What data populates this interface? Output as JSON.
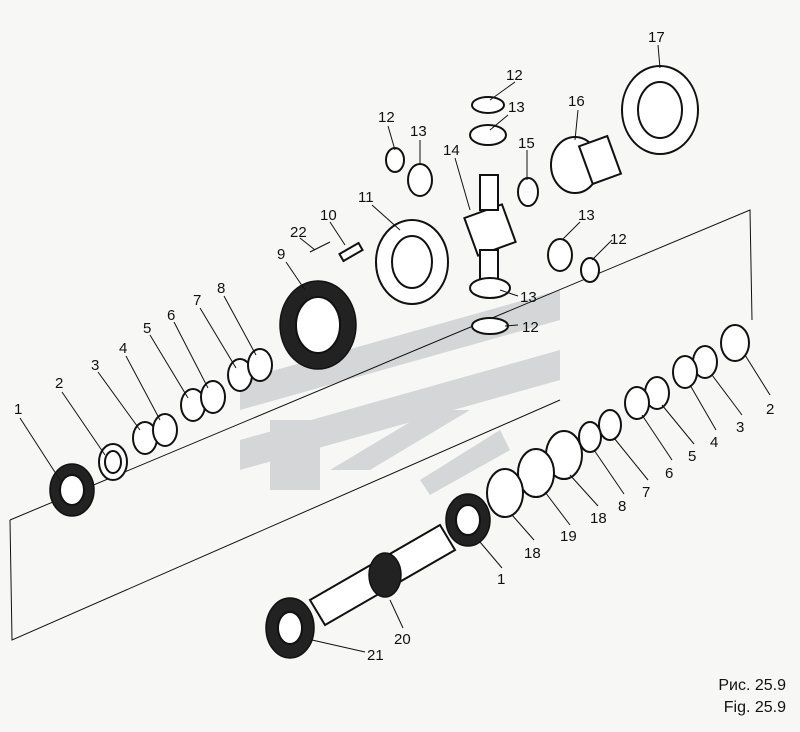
{
  "figure": {
    "caption_ru": "Рис. 25.9",
    "caption_en": "Fig. 25.9"
  },
  "callouts": {
    "c1a": "1",
    "c2a": "2",
    "c3a": "3",
    "c4a": "4",
    "c5a": "5",
    "c6a": "6",
    "c7a": "7",
    "c8a": "8",
    "c9": "9",
    "c10": "10",
    "c11": "11",
    "c22": "22",
    "c12a": "12",
    "c12b": "12",
    "c12c": "12",
    "c12d": "12",
    "c13a": "13",
    "c13b": "13",
    "c13c": "13",
    "c13d": "13",
    "c14": "14",
    "c15": "15",
    "c16": "16",
    "c17": "17",
    "c1b": "1",
    "c2b": "2",
    "c3b": "3",
    "c4b": "4",
    "c5b": "5",
    "c6b": "6",
    "c7b": "7",
    "c8b": "8",
    "c18a": "18",
    "c18b": "18",
    "c19": "19",
    "c20": "20",
    "c21": "21"
  },
  "colors": {
    "ink": "#111111",
    "paper": "#f7f7f5",
    "watermark": "#c9ccce"
  }
}
